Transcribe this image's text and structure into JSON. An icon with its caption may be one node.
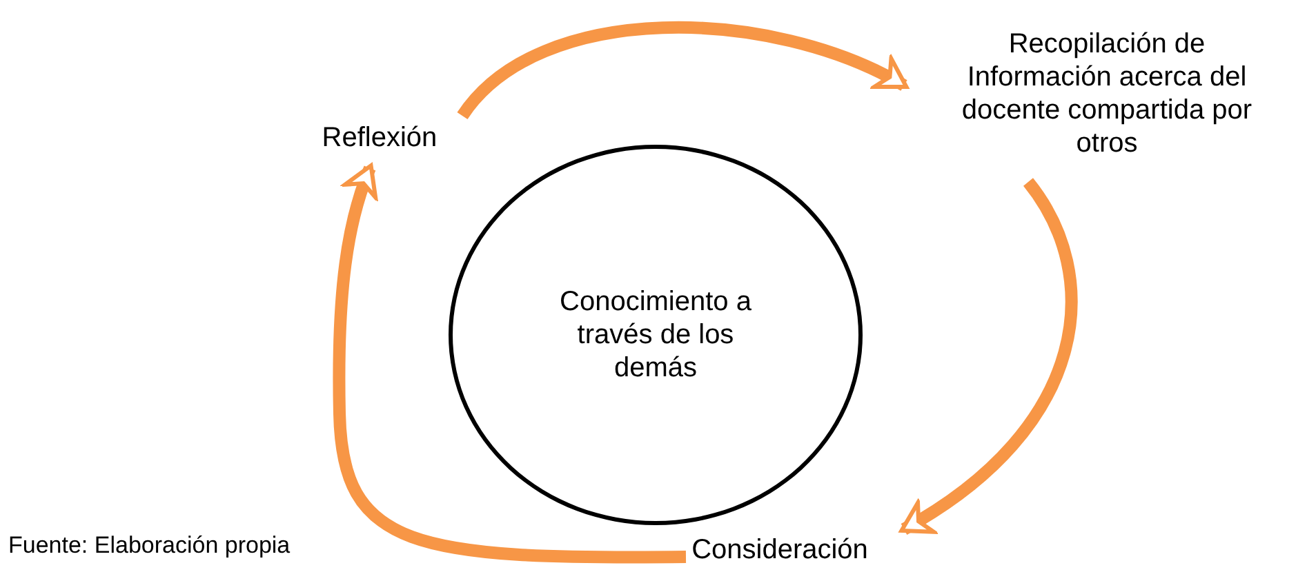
{
  "diagram": {
    "caption": "Fuente: Elaboración propia",
    "nodes": [
      {
        "text": [
          "Conocimiento a través de los demás"
        ]
      },
      {
        "text": [
          "Reflexión"
        ]
      },
      {
        "text": [
          "Recopilación de Información acerca del docente compartida por otros"
        ]
      },
      {
        "text": [
          "Consideración"
        ]
      }
    ],
    "edges": [
      {
        "from": 1,
        "to": 2,
        "arrow": "to"
      },
      {
        "from": 2,
        "to": 3,
        "arrow": "to"
      },
      {
        "from": 3,
        "to": 1,
        "arrow": "to"
      }
    ]
  }
}
